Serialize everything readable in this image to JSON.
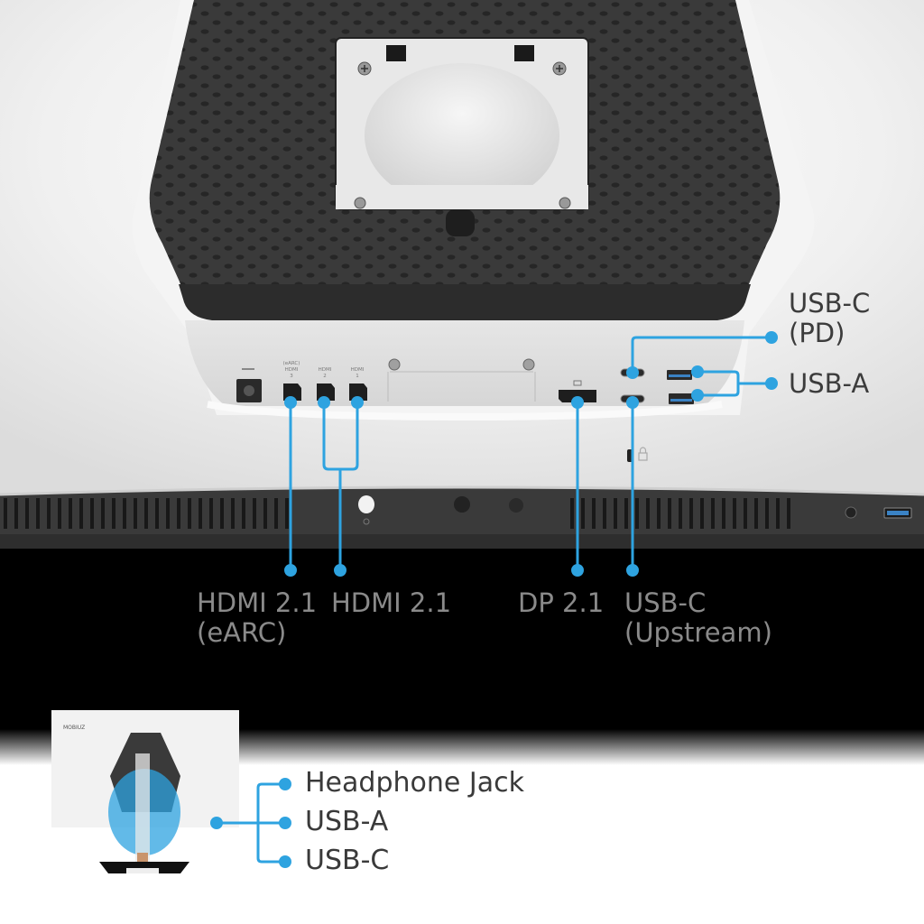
{
  "accent_color": "#2ea3e0",
  "top_panel": {
    "labels": {
      "usb_c_pd": {
        "line1": "USB-C",
        "line2": "(PD)"
      },
      "usb_a": "USB-A"
    },
    "port_markings": {
      "hdmi3": {
        "line1": "(eARC)",
        "line2": "HDMI",
        "line3": "3"
      },
      "hdmi2": {
        "line1": "HDMI",
        "line2": "2"
      },
      "hdmi1": {
        "line1": "HDMI",
        "line2": "1"
      }
    }
  },
  "middle_labels": {
    "hdmi_earc": {
      "line1": "HDMI 2.1",
      "line2": "(eARC)"
    },
    "hdmi": {
      "line1": "HDMI 2.1"
    },
    "dp": {
      "line1": "DP 2.1"
    },
    "usb_c_upstream": {
      "line1": "USB-C",
      "line2": "(Upstream)"
    }
  },
  "bottom_section": {
    "thumbnail_brand": "MOBIUZ",
    "items": [
      {
        "label": "Headphone Jack"
      },
      {
        "label": "USB-A"
      },
      {
        "label": "USB-C"
      }
    ]
  }
}
